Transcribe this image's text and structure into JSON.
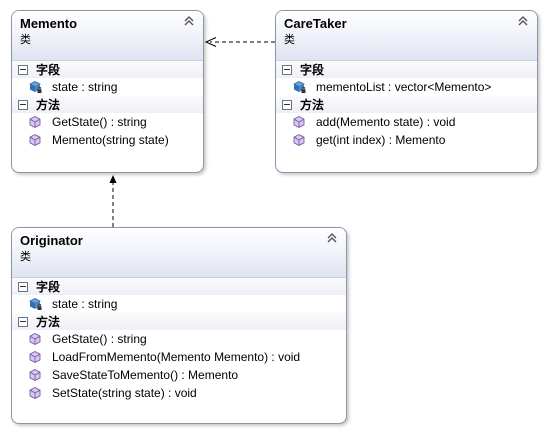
{
  "colors": {
    "header_gradient_end": "#dfe4f2",
    "border": "#8d96a8",
    "field_icon": "#2f6fae",
    "method_icon": "#7a5ba8"
  },
  "classes": {
    "memento": {
      "name": "Memento",
      "stereotype": "类",
      "fields_label": "字段",
      "methods_label": "方法",
      "fields": [
        "state : string"
      ],
      "methods": [
        "GetState() : string",
        "Memento(string state)"
      ]
    },
    "caretaker": {
      "name": "CareTaker",
      "stereotype": "类",
      "fields_label": "字段",
      "methods_label": "方法",
      "fields": [
        "mementoList : vector<Memento>"
      ],
      "methods": [
        "add(Memento state) : void",
        "get(int index) : Memento"
      ]
    },
    "originator": {
      "name": "Originator",
      "stereotype": "类",
      "fields_label": "字段",
      "methods_label": "方法",
      "fields": [
        "state : string"
      ],
      "methods": [
        "GetState() : string",
        "LoadFromMemento(Memento Memento) : void",
        "SaveStateToMemento() : Memento",
        "SetState(string state) : void"
      ]
    }
  },
  "relationships": [
    {
      "from": "CareTaker",
      "to": "Memento",
      "style": "dashed-open-arrow"
    },
    {
      "from": "Originator",
      "to": "Memento",
      "style": "dashed-filled-arrow"
    }
  ]
}
